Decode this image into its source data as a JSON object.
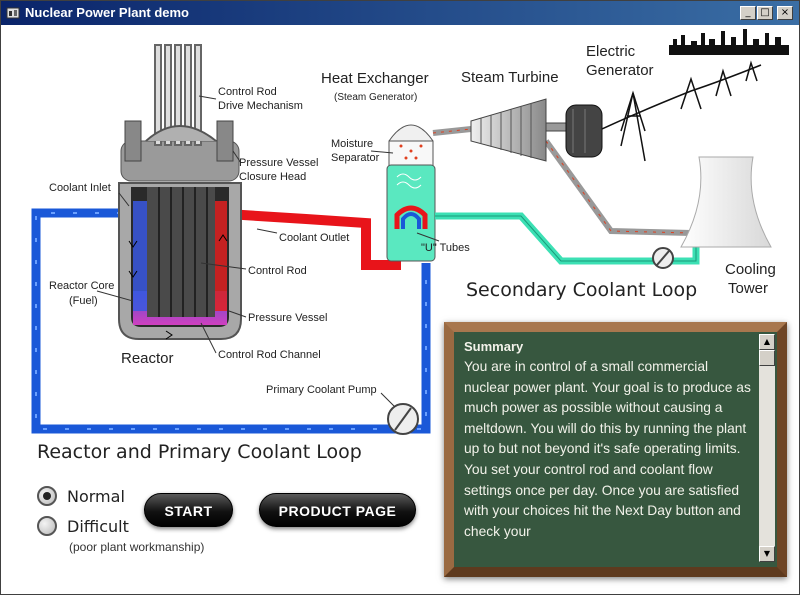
{
  "window": {
    "title": "Nuclear Power Plant demo",
    "buttons": {
      "minimize": "_",
      "maximize": "□",
      "close": "×"
    }
  },
  "diagram": {
    "labels": {
      "control_rod_drive_1": "Control Rod",
      "control_rod_drive_2": "Drive Mechanism",
      "pressure_vessel_head_1": "Pressure Vessel",
      "pressure_vessel_head_2": "Closure Head",
      "coolant_inlet": "Coolant Inlet",
      "coolant_outlet": "Coolant Outlet",
      "control_rod": "Control Rod",
      "reactor_core_1": "Reactor Core",
      "reactor_core_2": "(Fuel)",
      "pressure_vessel": "Pressure Vessel",
      "reactor": "Reactor",
      "control_rod_channel": "Control Rod Channel",
      "primary_coolant_pump": "Primary Coolant Pump",
      "heat_exchanger": "Heat Exchanger",
      "steam_generator": "(Steam Generator)",
      "moisture_separator_1": "Moisture",
      "moisture_separator_2": "Separator",
      "u_tubes": "\"U\" Tubes",
      "steam_turbine": "Steam Turbine",
      "electric_generator_1": "Electric",
      "electric_generator_2": "Generator",
      "cooling_tower_1": "Cooling",
      "cooling_tower_2": "Tower"
    },
    "colors": {
      "primary_hot": "#e8141a",
      "primary_cold": "#1a58d8",
      "secondary_loop": "#3ce0b4",
      "steam_pipe": "#e04020",
      "vessel": "#9a9a9a",
      "core_fuel": "#c040c0"
    }
  },
  "sections": {
    "primary_loop_title": "Reactor and Primary Coolant Loop",
    "secondary_loop_title": "Secondary Coolant Loop"
  },
  "difficulty": {
    "options": [
      {
        "label": "Normal",
        "selected": true
      },
      {
        "label": "Difficult",
        "selected": false
      }
    ],
    "hint": "(poor plant workmanship)"
  },
  "buttons": {
    "start": "START",
    "product_page": "PRODUCT PAGE"
  },
  "summary": {
    "title": "Summary",
    "body": "You are in control of a small commercial nuclear power plant. Your goal is to produce as much power as possible without causing a meltdown. You will do this by running the plant up to but not beyond it's safe operating limits. You set your control rod and coolant flow settings once per day. Once you are satisfied with your choices hit the Next Day button and check your",
    "scroll_up": "▲",
    "scroll_down": "▼"
  }
}
